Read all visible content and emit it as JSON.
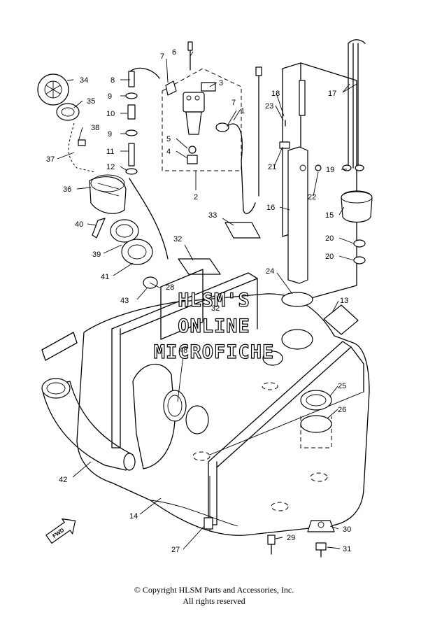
{
  "watermark": {
    "line1": "HLSM'S",
    "line2": "ONLINE",
    "line3": "MICROFICHE"
  },
  "fwd_label": "FWD",
  "footer": {
    "copyright": "© Copyright HLSM Parts and Accessories, Inc.",
    "rights": "All rights reserved"
  },
  "callouts": {
    "c1": "1",
    "c2": "2",
    "c3": "3",
    "c4": "4",
    "c5": "5",
    "c6": "6",
    "c7a": "7",
    "c7b": "7",
    "c8": "8",
    "c9a": "9",
    "c9b": "9",
    "c10": "10",
    "c11": "11",
    "c12": "12",
    "c13": "13",
    "c14": "14",
    "c15": "15",
    "c16": "16",
    "c17": "17",
    "c18": "18",
    "c19": "19",
    "c20a": "20",
    "c20b": "20",
    "c21": "21",
    "c22": "22",
    "c23": "23",
    "c24": "24",
    "c25": "25",
    "c26": "26",
    "c27": "27",
    "c28": "28",
    "c29": "29",
    "c30": "30",
    "c31": "31",
    "c32a": "32",
    "c32b": "32",
    "c33": "33",
    "c34": "34",
    "c35": "35",
    "c36": "36",
    "c37": "37",
    "c38": "38",
    "c39": "39",
    "c40": "40",
    "c41": "41",
    "c42": "42",
    "c43": "43",
    "c48": "48"
  }
}
